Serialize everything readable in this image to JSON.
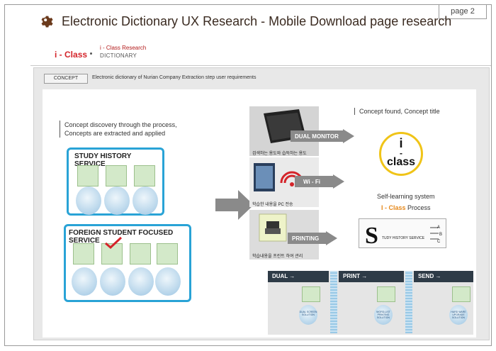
{
  "page": {
    "number_label": "page 2"
  },
  "header": {
    "title": "Electronic Dictionary UX Research - Mobile Download page research",
    "icon": "gear-icon"
  },
  "brand": {
    "prefix": "i",
    "dash": " - ",
    "name": "Class",
    "crumb_title": "i - Class Research",
    "crumb_sub": "DICTIONARY"
  },
  "concept": {
    "button_label": "CONCEPT",
    "description": "Electronic dictionary of Nurian Company  Extraction step user requirements"
  },
  "left": {
    "intro_line1": "Concept discovery through the process,",
    "intro_line2": "Concepts are extracted and applied",
    "box1_title": "STUDY HISTORY SERVICE",
    "box2_title": "FOREIGN STUDENT FOCUSED SERVICE"
  },
  "middle": {
    "label1": "검색하는 용도와 습득하는 용도",
    "label2": "학습한 내용을 PC 전송",
    "label3": "학습내용을 프린트 하여 관리",
    "tag1": "DUAL MONITOR",
    "tag2": "Wi - Fi",
    "tag3": "PRINTING"
  },
  "right": {
    "title": "Concept found,  Concept title",
    "logo_i": "i",
    "logo_dash": "-",
    "logo_class": "class",
    "self_learning": "Self-learning system",
    "process_brand": "I - Class",
    "process_word": " Process",
    "study_card_text": "TUDY HISTORY SERVICE"
  },
  "bottom": {
    "dual": "DUAL →",
    "print": "PRINT →",
    "send": "SEND →",
    "dual_blob": "DUAL SCREEN SOLUTION",
    "print_blob": "WORD-LIST PRINTING SOLUTION",
    "send_blob": "HARD WARE UPGRADE SOLUTION"
  }
}
